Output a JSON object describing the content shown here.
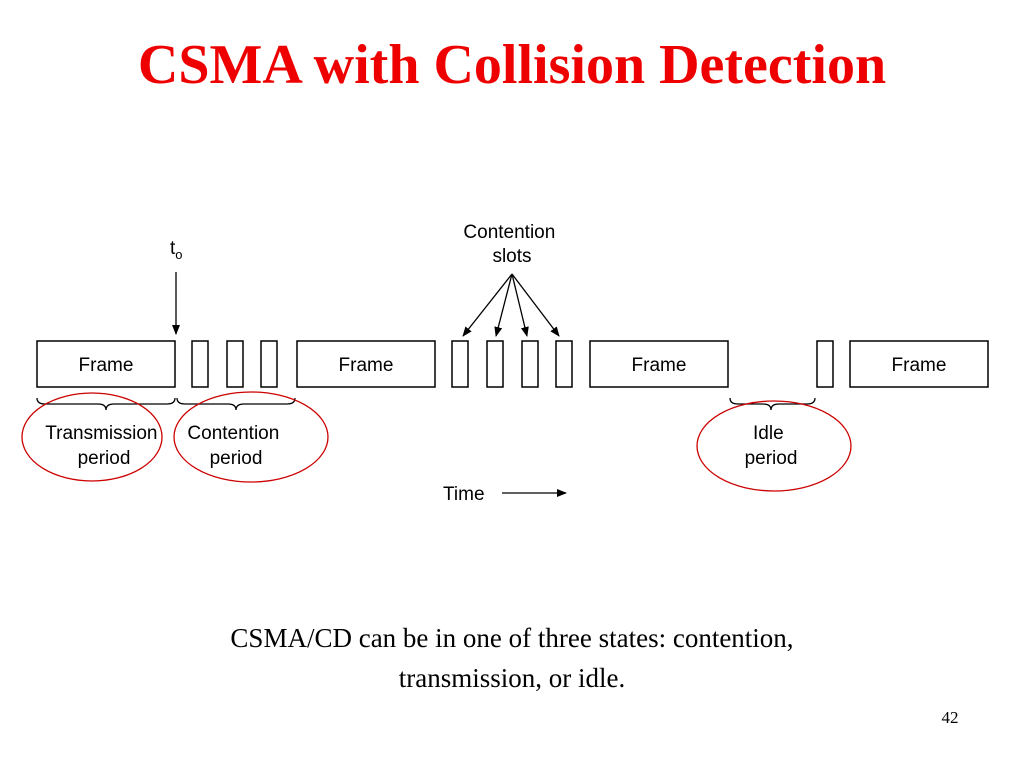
{
  "slide": {
    "title": "CSMA with Collision Detection",
    "page_number": "42"
  },
  "colors": {
    "title": "#ee0000",
    "highlight_ellipse": "#cc0000",
    "ink": "#000000"
  },
  "diagram": {
    "frame_label": "Frame",
    "t0_label": "t",
    "t0_subscript": "o",
    "contention_slots_label": [
      "Contention",
      "slots"
    ],
    "transmission_period_label": [
      "Transmission",
      "period"
    ],
    "contention_period_label": [
      "Contention",
      "period"
    ],
    "idle_period_label": [
      "Idle",
      "period"
    ],
    "time_label": "Time"
  },
  "caption": {
    "lines": [
      "CSMA/CD can be in one of three states: contention,",
      "transmission, or idle."
    ]
  }
}
